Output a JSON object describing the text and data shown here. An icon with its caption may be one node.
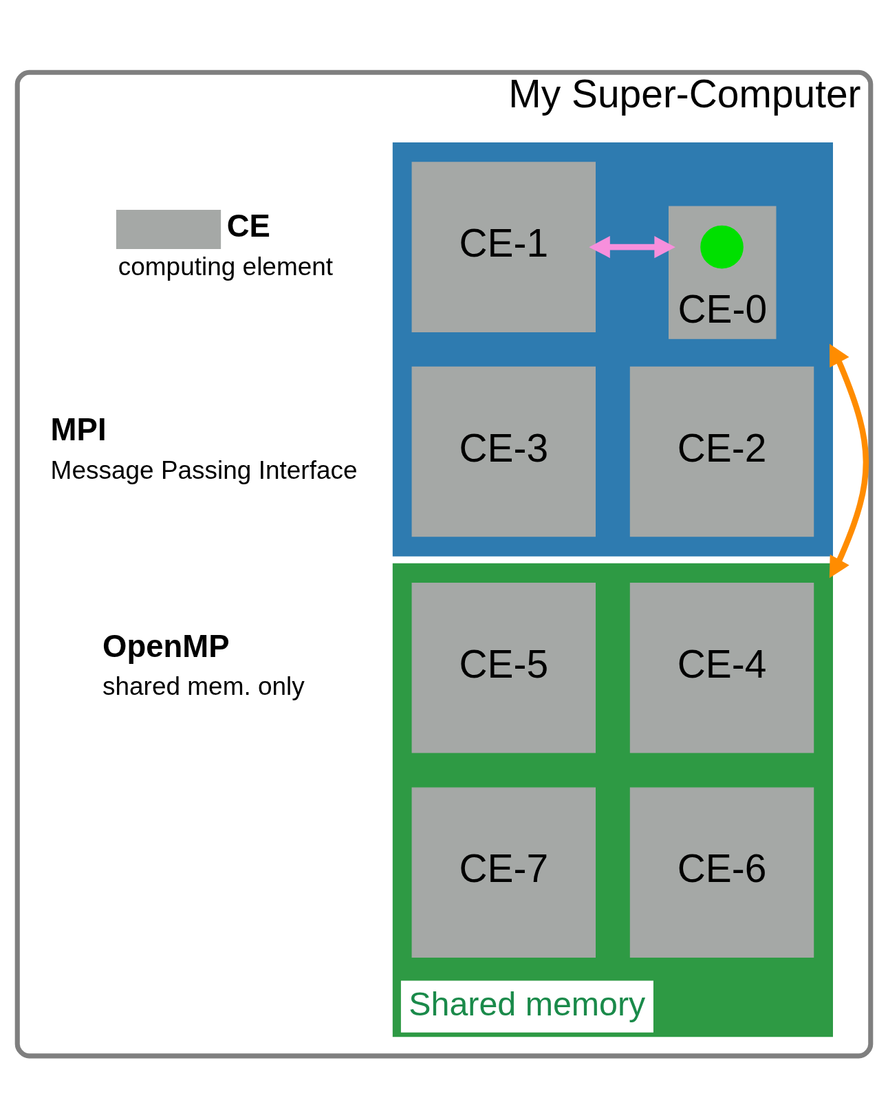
{
  "diagram": {
    "nodes": [
      {
        "text": [
          "My Super-Computer"
        ]
      },
      {
        "text": [],
        "shape": "box",
        "in": 0
      },
      {
        "text": [
          "CE-0"
        ],
        "in": 1
      },
      {
        "text": [],
        "shape": "circle",
        "in": 2
      },
      {
        "text": [
          "CE-1"
        ],
        "in": 1
      },
      {
        "text": [
          "CE-2"
        ],
        "in": 1
      },
      {
        "text": [
          "CE-3"
        ],
        "in": 1
      },
      {
        "text": [
          "Shared memory"
        ],
        "in": 0
      },
      {
        "text": [
          "CE-4"
        ],
        "in": 7
      },
      {
        "text": [
          "CE-5"
        ],
        "in": 7
      },
      {
        "text": [
          "CE-6"
        ],
        "in": 7
      },
      {
        "text": [
          "CE-7"
        ],
        "in": 7
      }
    ],
    "edges": [
      {
        "from": 2,
        "to": 4,
        "arrow": "both",
        "color": "#f78fdc"
      },
      {
        "from": 1,
        "to": 7,
        "arrow": "both",
        "color": "#ff8c00"
      }
    ],
    "labels": [
      "computing element",
      "Message Passing Interface",
      "shared mem. only"
    ],
    "legend": [
      {
        "text": "CE",
        "color": "#a5a8a6"
      },
      {
        "text": "MPI"
      },
      {
        "text": "OpenMP"
      }
    ]
  }
}
